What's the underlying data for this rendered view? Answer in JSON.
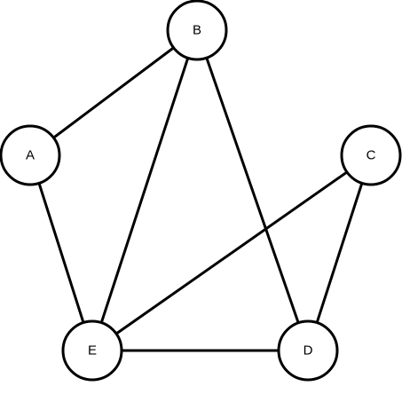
{
  "graph": {
    "nodes": [
      {
        "id": "A",
        "label": "A"
      },
      {
        "id": "B",
        "label": "B"
      },
      {
        "id": "C",
        "label": "C"
      },
      {
        "id": "D",
        "label": "D"
      },
      {
        "id": "E",
        "label": "E"
      }
    ],
    "edges": [
      {
        "from": "A",
        "to": "B"
      },
      {
        "from": "A",
        "to": "E"
      },
      {
        "from": "B",
        "to": "E"
      },
      {
        "from": "B",
        "to": "D"
      },
      {
        "from": "C",
        "to": "E"
      },
      {
        "from": "C",
        "to": "D"
      },
      {
        "from": "E",
        "to": "D"
      }
    ],
    "colors": {
      "stroke": "#000000",
      "node_fill": "#ffffff",
      "background": "#ffffff"
    }
  }
}
